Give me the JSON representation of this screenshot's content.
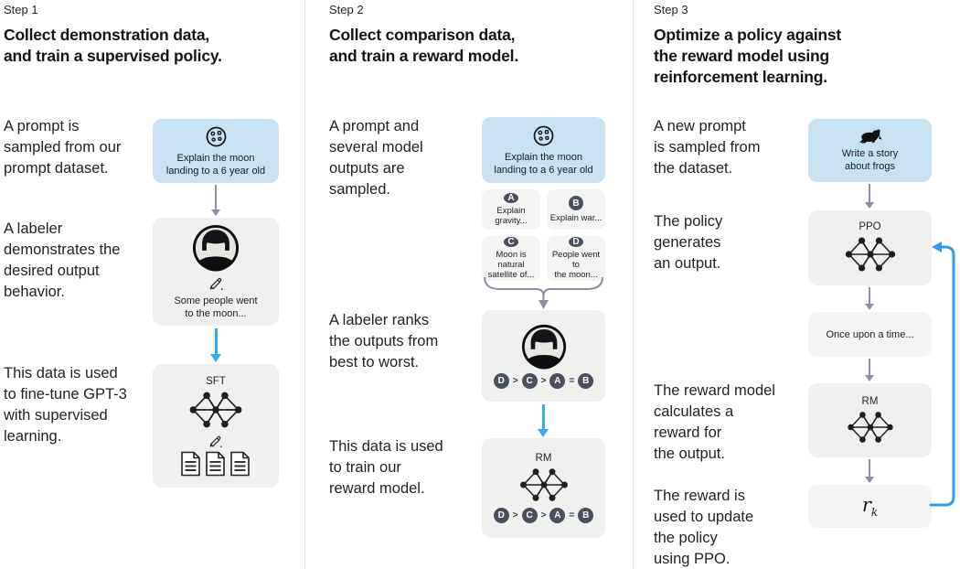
{
  "colors": {
    "prompt_card_bg": "#c8e2f1",
    "card_bg": "#f0f0ee",
    "small_card_bg": "#f4f4f2",
    "chip_bg": "#49505e",
    "gray_arrow": "#8d8da4",
    "blue_arrow": "#2fb0f2",
    "loop_arrow": "#2f9ef2",
    "divider": "#e7e7e6",
    "text": "#1f2126"
  },
  "steps": [
    {
      "label": "Step 1",
      "heading": "Collect demonstration data,\nand train a supervised policy.",
      "paragraphs": [
        "A prompt is\nsampled from our\nprompt dataset.",
        "A labeler\ndemonstrates the\ndesired output\nbehavior.",
        "This data is used\nto fine-tune GPT-3\nwith supervised\nlearning."
      ],
      "prompt_card": {
        "icon": "moon-icon",
        "text": "Explain the moon\nlanding to a 6 year old"
      },
      "labeler_card": {
        "text": "Some people went\nto the moon..."
      },
      "model_card": {
        "label": "SFT"
      }
    },
    {
      "label": "Step 2",
      "heading": "Collect comparison data,\nand train a reward model.",
      "paragraphs": [
        "A prompt and\nseveral model\noutputs are\nsampled.",
        "A labeler ranks\nthe outputs from\nbest to worst.",
        "This data is used\nto train our\nreward model."
      ],
      "prompt_card": {
        "icon": "moon-icon",
        "text": "Explain the moon\nlanding to a 6 year old"
      },
      "outputs": [
        {
          "label": "A",
          "text": "Explain gravity..."
        },
        {
          "label": "B",
          "text": "Explain war..."
        },
        {
          "label": "C",
          "text": "Moon is natural\nsatellite of..."
        },
        {
          "label": "D",
          "text": "People went to\nthe moon..."
        }
      ],
      "ranking": [
        "D",
        ">",
        "C",
        ">",
        "A",
        "=",
        "B"
      ],
      "model_card": {
        "label": "RM"
      }
    },
    {
      "label": "Step 3",
      "heading": "Optimize a policy against\nthe reward model using\nreinforcement learning.",
      "paragraphs": [
        "A new prompt\nis sampled from\nthe dataset.",
        "The policy\ngenerates\nan output.",
        "The reward model\ncalculates a\nreward for\nthe output.",
        "The reward is\nused to update\nthe policy\nusing PPO."
      ],
      "prompt_card": {
        "icon": "frog-icon",
        "text": "Write a story\nabout frogs"
      },
      "policy_card": {
        "label": "PPO"
      },
      "output_card": {
        "text": "Once upon a time..."
      },
      "reward_card": {
        "label": "RM"
      },
      "reward_value": {
        "base": "r",
        "subscript": "k"
      }
    }
  ]
}
